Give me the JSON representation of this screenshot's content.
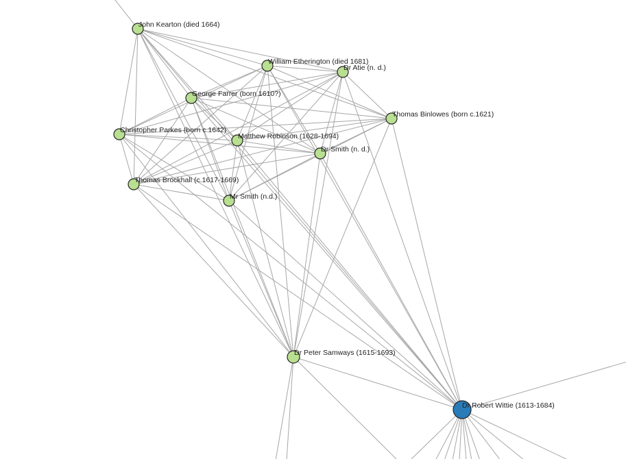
{
  "graph": {
    "colors": {
      "node_default": "#b9df91",
      "node_focus": "#2a7cb8",
      "edge": "#a6a6a6",
      "node_stroke": "#222222"
    },
    "nodes": [
      {
        "id": "kearton",
        "label": "John Kearton (died 1664)"
      },
      {
        "id": "etherington",
        "label": "William Etherington (died 1681)"
      },
      {
        "id": "atie",
        "label": "Dr Atie (n. d.)"
      },
      {
        "id": "farrer",
        "label": "George Farrer (born 1610?)"
      },
      {
        "id": "binlowes",
        "label": "Thomas Binlowes (born c.1621)"
      },
      {
        "id": "parkes",
        "label": "Christopher Parkes (born c.1642)"
      },
      {
        "id": "robinson",
        "label": "Matthew Robinson (1628-1694)"
      },
      {
        "id": "smithdr",
        "label": "Dr Smith (n. d.)"
      },
      {
        "id": "brockhall",
        "label": "Thomas Brockhall (c.1617-1669)"
      },
      {
        "id": "smithmr",
        "label": "Mr Smith (n.d.)"
      },
      {
        "id": "samways",
        "label": "Dr Peter Samways (1615-1693)"
      },
      {
        "id": "wittie",
        "label": "Dr Robert Wittie (1613-1684)",
        "focus": true
      }
    ]
  }
}
